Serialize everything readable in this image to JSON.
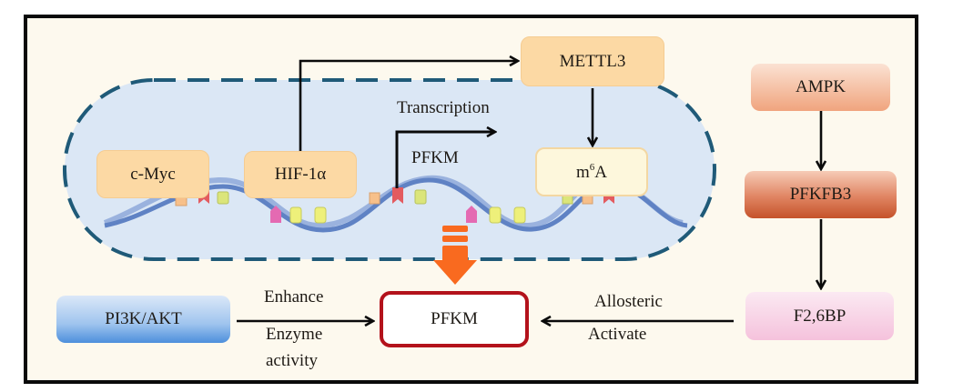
{
  "diagram": {
    "title": "PFKM regulation pathways",
    "colors": {
      "background": "#fdf9ee",
      "frame": "#0a0a0a",
      "nucleus_fill": "#dbe7f5",
      "nucleus_stroke": "#1f5a78",
      "transcription_factor_box": "#fcd9a4",
      "target_border": "#b3121b",
      "big_arrow": "#f96a1f",
      "dna_strand": "#5f82c4"
    },
    "nucleus": {
      "factors": [
        {
          "id": "c-myc",
          "label": "c-Myc"
        },
        {
          "id": "hif1a",
          "label": "HIF-1α"
        }
      ],
      "modification": {
        "base": "m",
        "sup": "6",
        "tail": "A"
      },
      "transcription_label": "Transcription",
      "gene_label": "PFKM"
    },
    "methyltransferase": {
      "label": "METTL3"
    },
    "ampk_pathway": [
      {
        "id": "ampk",
        "label": "AMPK"
      },
      {
        "id": "pfkfb3",
        "label": "PFKFB3"
      },
      {
        "id": "f26bp",
        "label": "F2,6BP"
      }
    ],
    "pi3k": {
      "label": "PI3K/AKT"
    },
    "target": {
      "label": "PFKM"
    },
    "edges": [
      {
        "from": "HIF-1α",
        "to": "METTL3",
        "type": "arrow"
      },
      {
        "from": "METTL3",
        "to": "m6A",
        "type": "arrow"
      },
      {
        "from": "PFKM gene",
        "to": "Transcription",
        "type": "arrow"
      },
      {
        "from": "AMPK",
        "to": "PFKFB3",
        "type": "arrow"
      },
      {
        "from": "PFKFB3",
        "to": "F2,6BP",
        "type": "arrow"
      },
      {
        "from": "F2,6BP",
        "to": "PFKM",
        "type": "arrow",
        "label_top": "Allosteric",
        "label_bottom": "Activate"
      },
      {
        "from": "PI3K/AKT",
        "to": "PFKM",
        "type": "arrow",
        "label_top": "Enhance",
        "label_bottom": "Enzyme activity"
      },
      {
        "from": "nucleus",
        "to": "PFKM",
        "type": "big-arrow"
      }
    ],
    "edge_labels": {
      "enhance": "Enhance",
      "enzyme": "Enzyme",
      "activity": "activity",
      "allosteric": "Allosteric",
      "activate": "Activate"
    }
  }
}
